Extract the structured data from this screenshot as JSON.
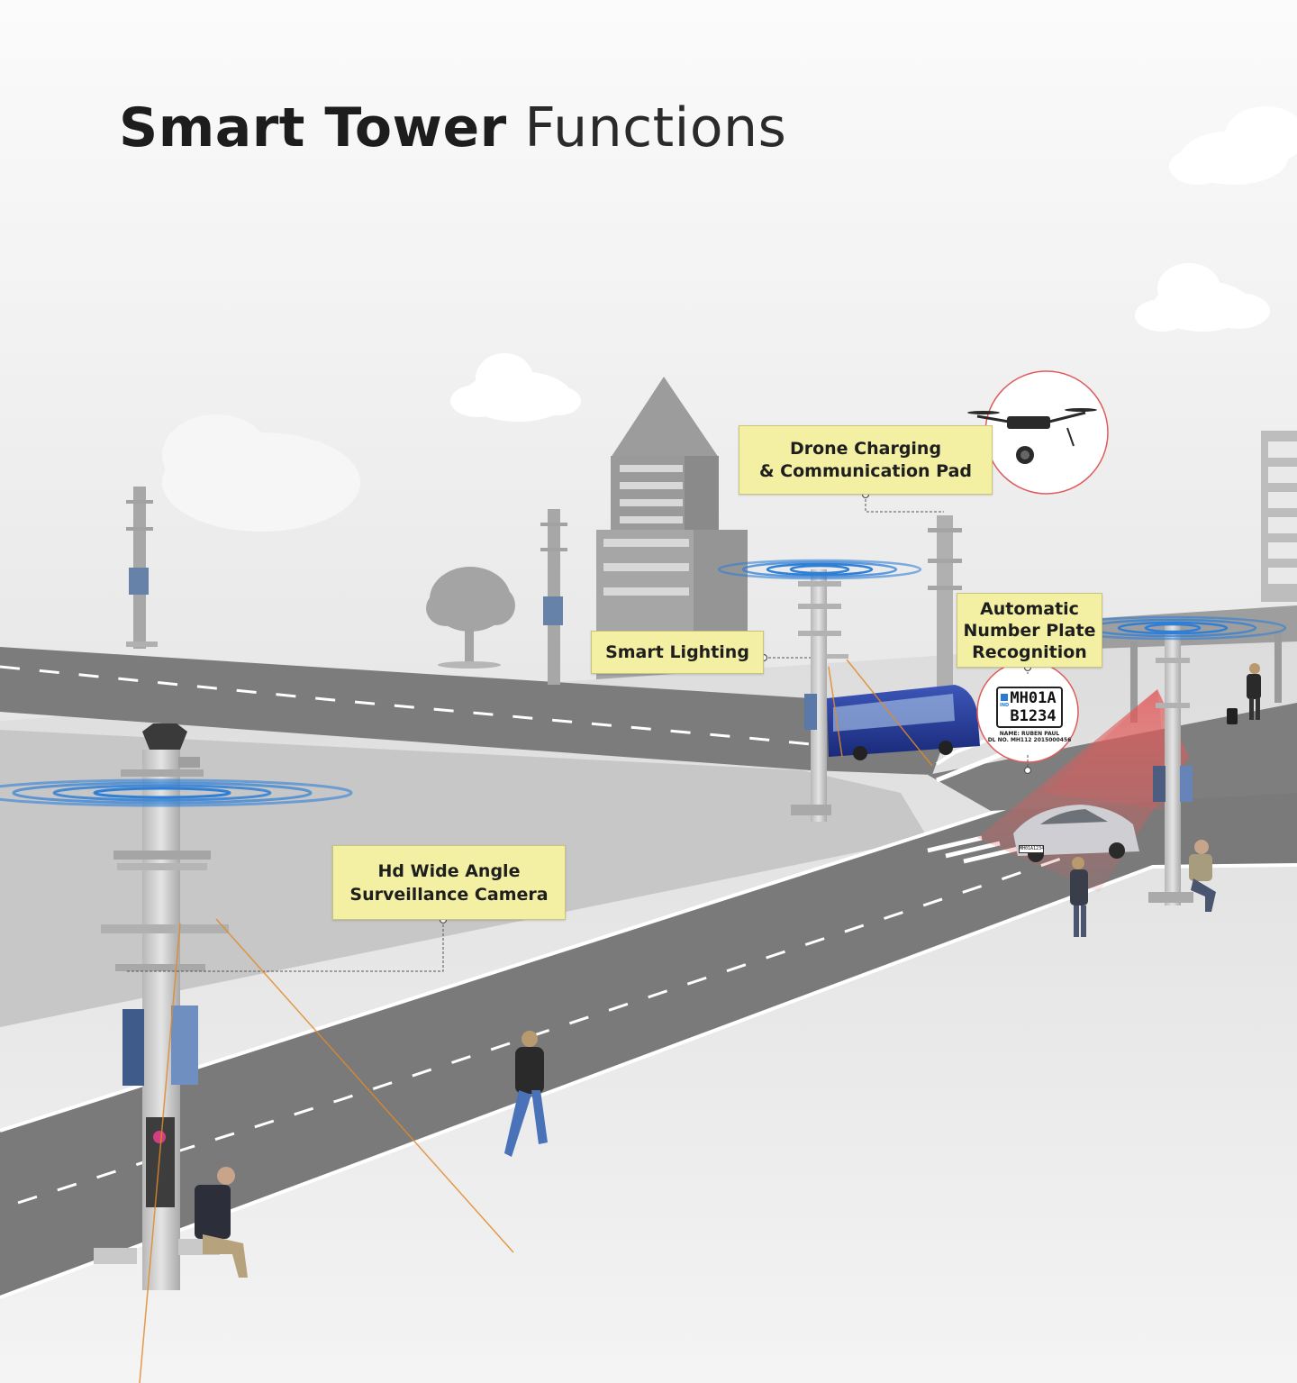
{
  "title": {
    "bold": "Smart Tower",
    "light": "Functions"
  },
  "callouts": {
    "drone": {
      "line1": "Drone Charging",
      "line2": "& Communication Pad"
    },
    "anpr": {
      "line1": "Automatic",
      "line2": "Number Plate",
      "line3": "Recognition"
    },
    "lighting": {
      "line1": "Smart Lighting"
    },
    "camera": {
      "line1": "Hd Wide Angle",
      "line2": "Surveillance Camera"
    }
  },
  "plate": {
    "line1": "MH01A",
    "line2": "B1234",
    "country": "IND",
    "name_line": "NAME: RUBEN PAUL",
    "dl_line": "DL NO. MH112 2015000456",
    "car_plate": "MH01A1234"
  },
  "colors": {
    "background": "#efefef",
    "road": "#7a7a7a",
    "callout_fill": "#f3f0a3",
    "signal_rings": "#2f7fd6",
    "anpr_beam": "#e05a5a",
    "leader_line": "#e08a2a",
    "tower": "#c9c9c9"
  },
  "icons": [
    "drone-icon",
    "bus-icon",
    "car-icon",
    "tree-icon",
    "cloud-icon",
    "building-icon",
    "person-icon",
    "signal-rings-icon"
  ]
}
